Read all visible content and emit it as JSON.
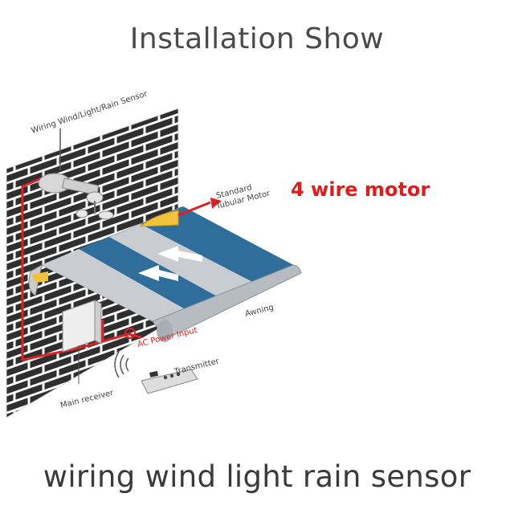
{
  "title": "Installation Show",
  "caption": "wiring wind light rain sensor",
  "motor_note": "4 wire motor",
  "labels": {
    "sensor": "Wiring Wind/Light/Rain Sensor",
    "motor_line1": "Standard",
    "motor_line2": "Tubular Motor",
    "awning": "Awning",
    "power": "AC Power Input",
    "transmitter": "Transmitter",
    "receiver": "Main receiver"
  },
  "colors": {
    "wire": "#e02020",
    "brick": "#2f2f2f",
    "mortar": "#ffffff",
    "awning_blue": "#2f6e9a",
    "awning_grey": "#c9cdd2",
    "motor_yellow": "#f2c23a"
  },
  "icons": [
    "sensor-icon",
    "motor-icon",
    "receiver-icon",
    "remote-icon",
    "signal-icon"
  ]
}
